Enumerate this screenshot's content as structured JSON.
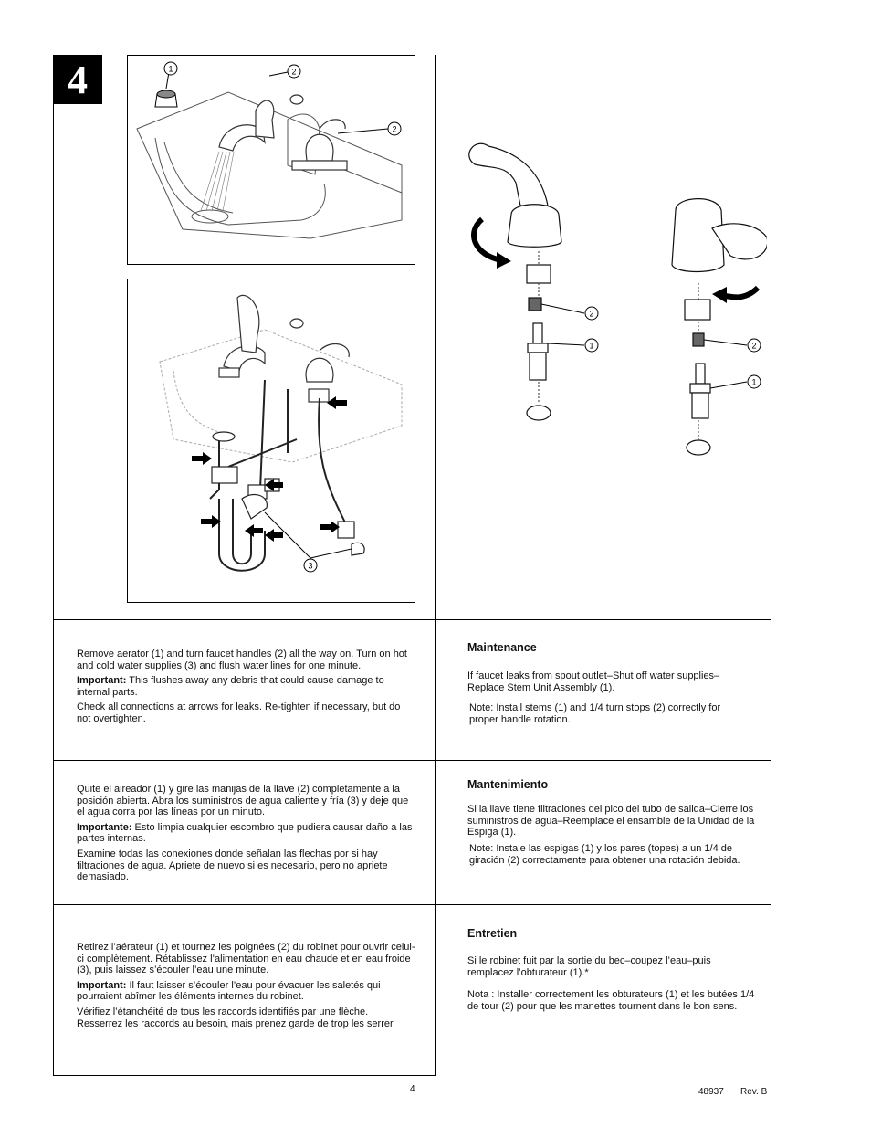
{
  "step": {
    "number": "4"
  },
  "figures": {
    "top_left": {
      "callouts": [
        "1",
        "2",
        "2"
      ]
    },
    "bottom_left": {
      "callouts": [
        "3"
      ]
    },
    "right": {
      "left_assembly_callouts": [
        "2",
        "1"
      ],
      "right_assembly_callouts": [
        "2",
        "1"
      ]
    }
  },
  "english": {
    "p1": "Remove aerator (1) and turn faucet handles (2) all the way on. Turn on hot and cold water supplies (3) and flush water lines for one minute.",
    "important_label": "Important:",
    "important_text": " This flushes away any debris that could cause damage to internal parts.",
    "p3": "Check all connections at arrows for leaks. Re-tighten if necessary, but do not overtighten."
  },
  "spanish": {
    "p1": "Quite el aireador (1) y gire las manijas de la llave (2) completamente a la posición abierta. Abra los suministros de agua caliente y fría (3) y deje que el agua corra por las líneas por un minuto.",
    "important_label": "Importante:",
    "important_text": " Esto limpia cualquier escombro que pudiera causar daño a las partes internas.",
    "p3": "Examine todas las conexiones donde señalan las flechas por si hay filtraciones de agua. Apriete de nuevo si es necesario, pero no apriete demasiado."
  },
  "french": {
    "p1": "Retirez l’aérateur (1) et tournez les poignées (2) du robinet pour ouvrir celui-ci complètement. Rétablissez l’alimentation en eau chaude et en eau froide (3), puis laissez s’écouler l’eau une minute.",
    "important_label": "Important:",
    "important_text": " Il faut laisser s’écouler l’eau pour évacuer les saletés qui pourraient abîmer les éléments internes du robinet.",
    "p3": "Vérifiez l’étanchéité de tous les raccords identifiés par une flèche. Resserrez les raccords au besoin, mais prenez garde de trop les serrer."
  },
  "maintenance_en": {
    "title": "Maintenance",
    "text": "If faucet leaks from spout outlet–Shut off water supplies–Replace Stem Unit Assembly (1).",
    "note_label": "Note:",
    "note_text": "Install stems (1) and 1/4 turn stops (2) correctly for proper handle rotation."
  },
  "maintenance_es": {
    "title": "Mantenimiento",
    "text": "Si la llave tiene filtraciones del pico del tubo de salida–Cierre los suministros de agua–Reemplace el ensamble de la Unidad de la Espiga (1).",
    "note_label": "Note:",
    "note_text": "Instale las espigas (1) y los pares (topes) a un 1/4 de giración (2) correctamente para obtener una rotación debida."
  },
  "maintenance_fr": {
    "title": "Entretien",
    "text": "Si le robinet fuit par la sortie du bec–coupez l’eau–puis remplacez l’obturateur (1).*",
    "note_label": "Nota :",
    "note_text": "Installer correctement les obturateurs (1) et les butées 1/4 de tour (2) pour que les manettes tournent dans le bon sens."
  },
  "footer": {
    "page": "4",
    "doc": "48937",
    "rev": "Rev. B"
  }
}
